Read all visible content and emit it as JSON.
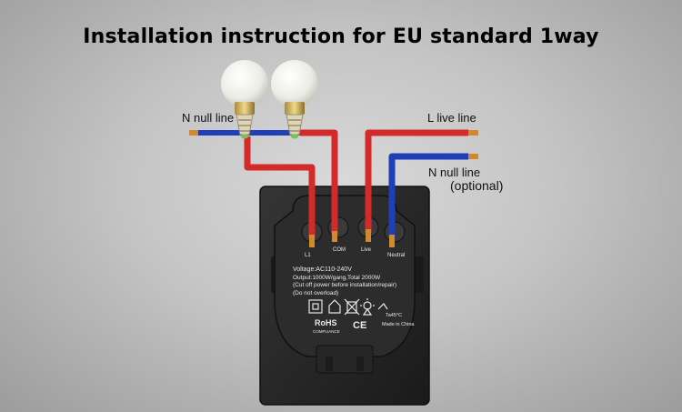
{
  "title": "Installation instruction for  EU standard 1way",
  "labels": {
    "n_null_left": "N null line",
    "l_live": "L live line",
    "n_null_right": "N null line",
    "optional": "(optional)"
  },
  "back_panel": {
    "voltage": "Voltage:AC110-240V",
    "output": "Output:1000W/gang,Total 2000W",
    "cutoff": "(Cut off power before installation/repair)",
    "overload": "(Do not overload)",
    "rohs": "RoHS",
    "compliance": "COMPLIANCE",
    "ce": "CE",
    "made_in": "Made in China",
    "temp": "Ta45°C",
    "terminals": [
      "L1",
      "COM",
      "Live",
      "Neutral"
    ]
  },
  "colors": {
    "live_wire": "#d42a2a",
    "neutral_wire": "#1f3fb8",
    "copper": "#d08a2c",
    "panel": "#262626"
  }
}
